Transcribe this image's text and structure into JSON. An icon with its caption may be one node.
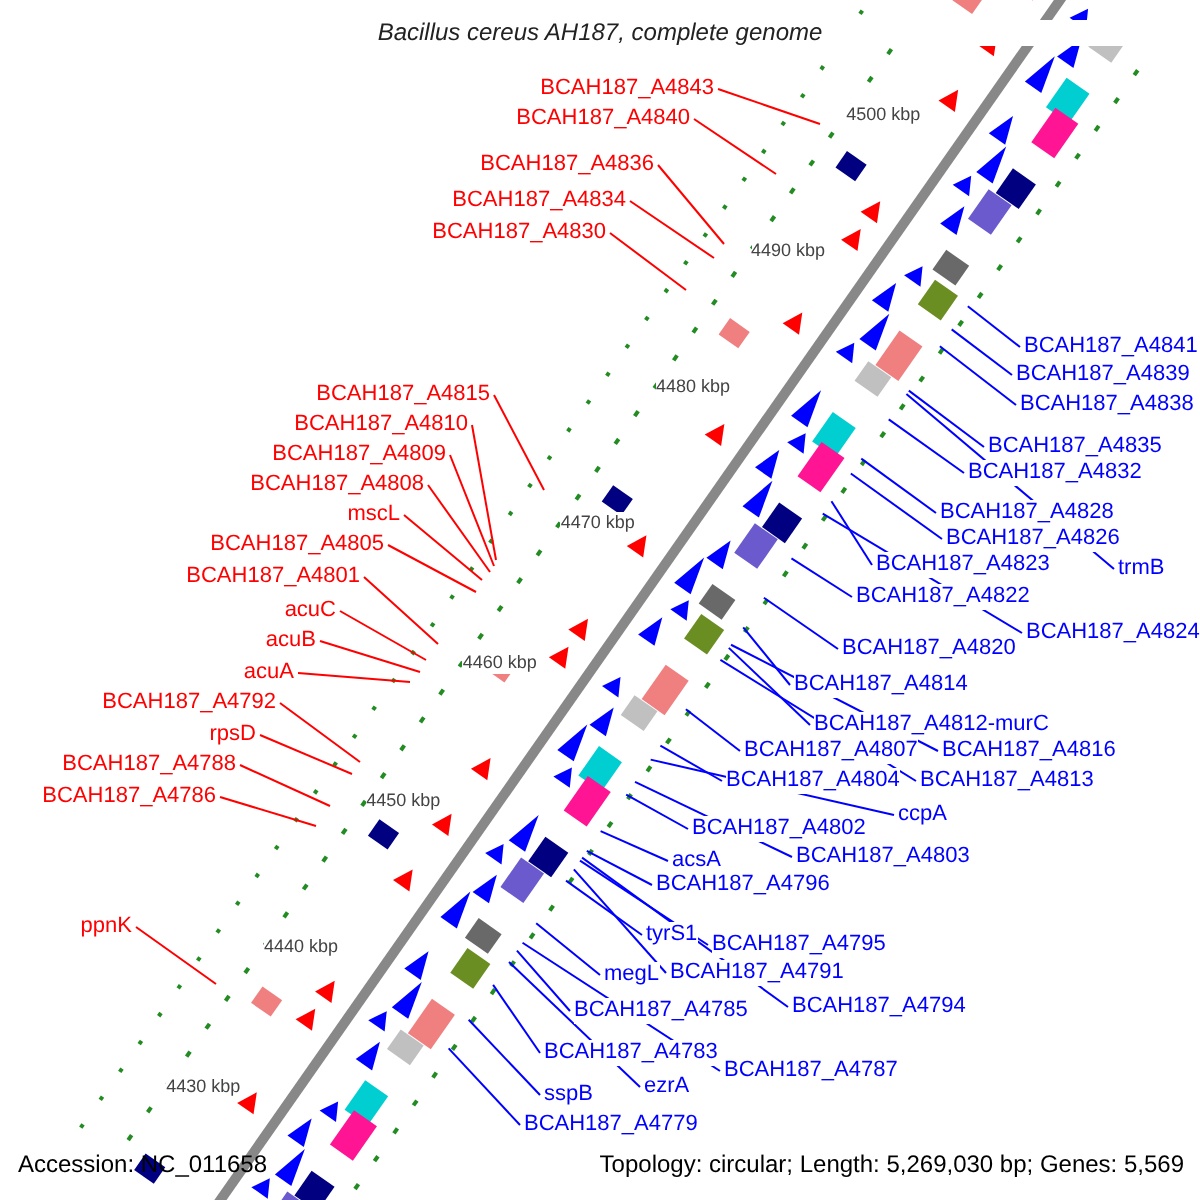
{
  "diagram": {
    "title": "Bacillus cereus AH187, complete genome",
    "nodes": [
      {
        "text": [
          "BCAH187_A4843"
        ]
      },
      {
        "text": [
          "BCAH187_A4840"
        ]
      },
      {
        "text": [
          "BCAH187_A4836"
        ]
      },
      {
        "text": [
          "BCAH187_A4834"
        ]
      },
      {
        "text": [
          "BCAH187_A4830"
        ]
      },
      {
        "text": [
          "BCAH187_A4815"
        ]
      },
      {
        "text": [
          "BCAH187_A4810"
        ]
      },
      {
        "text": [
          "BCAH187_A4809"
        ]
      },
      {
        "text": [
          "BCAH187_A4808"
        ]
      },
      {
        "text": [
          "mscL"
        ]
      },
      {
        "text": [
          "BCAH187_A4805"
        ]
      },
      {
        "text": [
          "BCAH187_A4801"
        ]
      },
      {
        "text": [
          "acuC"
        ]
      },
      {
        "text": [
          "acuB"
        ]
      },
      {
        "text": [
          "acuA"
        ]
      },
      {
        "text": [
          "BCAH187_A4792"
        ]
      },
      {
        "text": [
          "rpsD"
        ]
      },
      {
        "text": [
          "BCAH187_A4788"
        ]
      },
      {
        "text": [
          "BCAH187_A4786"
        ]
      },
      {
        "text": [
          "ppnK"
        ]
      },
      {
        "text": [
          "BCAH187_A4841"
        ]
      },
      {
        "text": [
          "BCAH187_A4839"
        ]
      },
      {
        "text": [
          "BCAH187_A4838"
        ]
      },
      {
        "text": [
          "BCAH187_A4835"
        ]
      },
      {
        "text": [
          "BCAH187_A4832"
        ]
      },
      {
        "text": [
          "BCAH187_A4828"
        ]
      },
      {
        "text": [
          "BCAH187_A4826"
        ]
      },
      {
        "text": [
          "trmB"
        ]
      },
      {
        "text": [
          "BCAH187_A4823"
        ]
      },
      {
        "text": [
          "BCAH187_A4822"
        ]
      },
      {
        "text": [
          "BCAH187_A4824"
        ]
      },
      {
        "text": [
          "BCAH187_A4820"
        ]
      },
      {
        "text": [
          "BCAH187_A4814"
        ]
      },
      {
        "text": [
          "BCAH187_A4812-murC"
        ]
      },
      {
        "text": [
          "BCAH187_A4816"
        ]
      },
      {
        "text": [
          "BCAH187_A4807"
        ]
      },
      {
        "text": [
          "BCAH187_A4804"
        ]
      },
      {
        "text": [
          "BCAH187_A4813"
        ]
      },
      {
        "text": [
          "ccpA"
        ]
      },
      {
        "text": [
          "BCAH187_A4802"
        ]
      },
      {
        "text": [
          "BCAH187_A4803"
        ]
      },
      {
        "text": [
          "acsA"
        ]
      },
      {
        "text": [
          "BCAH187_A4796"
        ]
      },
      {
        "text": [
          "tyrS1"
        ]
      },
      {
        "text": [
          "BCAH187_A4795"
        ]
      },
      {
        "text": [
          "megL"
        ]
      },
      {
        "text": [
          "BCAH187_A4791"
        ]
      },
      {
        "text": [
          "BCAH187_A4794"
        ]
      },
      {
        "text": [
          "BCAH187_A4785"
        ]
      },
      {
        "text": [
          "BCAH187_A4783"
        ]
      },
      {
        "text": [
          "BCAH187_A4787"
        ]
      },
      {
        "text": [
          "ezrA"
        ]
      },
      {
        "text": [
          "sspB"
        ]
      },
      {
        "text": [
          "BCAH187_A4779"
        ]
      }
    ],
    "edges": [
      {
        "from": 0,
        "to": null,
        "arrow": "none",
        "color": "#ff0000"
      },
      {
        "from": 1,
        "to": null,
        "arrow": "none",
        "color": "#ff0000"
      },
      {
        "from": 2,
        "to": null,
        "arrow": "none",
        "color": "#ff0000"
      },
      {
        "from": 3,
        "to": null,
        "arrow": "none",
        "color": "#ff0000"
      },
      {
        "from": 4,
        "to": null,
        "arrow": "none",
        "color": "#ff0000"
      },
      {
        "from": 5,
        "to": null,
        "arrow": "none",
        "color": "#ff0000"
      },
      {
        "from": 6,
        "to": null,
        "arrow": "none",
        "color": "#ff0000"
      },
      {
        "from": 7,
        "to": null,
        "arrow": "none",
        "color": "#ff0000"
      },
      {
        "from": 8,
        "to": null,
        "arrow": "none",
        "color": "#ff0000"
      },
      {
        "from": 9,
        "to": null,
        "arrow": "none",
        "color": "#ff0000"
      },
      {
        "from": 10,
        "to": null,
        "arrow": "none",
        "color": "#ff0000"
      },
      {
        "from": 11,
        "to": null,
        "arrow": "none",
        "color": "#ff0000"
      },
      {
        "from": 12,
        "to": null,
        "arrow": "none",
        "color": "#ff0000"
      },
      {
        "from": 13,
        "to": null,
        "arrow": "none",
        "color": "#ff0000"
      },
      {
        "from": 14,
        "to": null,
        "arrow": "none",
        "color": "#ff0000"
      },
      {
        "from": 15,
        "to": null,
        "arrow": "none",
        "color": "#ff0000"
      },
      {
        "from": 16,
        "to": null,
        "arrow": "none",
        "color": "#ff0000"
      },
      {
        "from": 17,
        "to": null,
        "arrow": "none",
        "color": "#ff0000"
      },
      {
        "from": 18,
        "to": null,
        "arrow": "none",
        "color": "#ff0000"
      },
      {
        "from": 19,
        "to": null,
        "arrow": "none",
        "color": "#ff0000"
      },
      {
        "from": 20,
        "to": null,
        "arrow": "none"
      },
      {
        "from": 21,
        "to": null,
        "arrow": "none"
      },
      {
        "from": 22,
        "to": null,
        "arrow": "none"
      },
      {
        "from": 23,
        "to": null,
        "arrow": "none"
      },
      {
        "from": 24,
        "to": null,
        "arrow": "none"
      },
      {
        "from": 25,
        "to": null,
        "arrow": "none"
      },
      {
        "from": 26,
        "to": null,
        "arrow": "none"
      },
      {
        "from": 27,
        "to": null,
        "arrow": "none"
      },
      {
        "from": 28,
        "to": null,
        "arrow": "none"
      },
      {
        "from": 29,
        "to": null,
        "arrow": "none"
      },
      {
        "from": 30,
        "to": null,
        "arrow": "none"
      },
      {
        "from": 31,
        "to": null,
        "arrow": "none"
      },
      {
        "from": 32,
        "to": null,
        "arrow": "none"
      },
      {
        "from": 33,
        "to": null,
        "arrow": "none"
      },
      {
        "from": 34,
        "to": null,
        "arrow": "none"
      },
      {
        "from": 35,
        "to": null,
        "arrow": "none"
      },
      {
        "from": 36,
        "to": null,
        "arrow": "none"
      },
      {
        "from": 37,
        "to": null,
        "arrow": "none"
      },
      {
        "from": 38,
        "to": null,
        "arrow": "none"
      },
      {
        "from": 39,
        "to": null,
        "arrow": "none"
      },
      {
        "from": 40,
        "to": null,
        "arrow": "none"
      },
      {
        "from": 41,
        "to": null,
        "arrow": "none"
      },
      {
        "from": 42,
        "to": null,
        "arrow": "none"
      },
      {
        "from": 43,
        "to": null,
        "arrow": "none"
      },
      {
        "from": 44,
        "to": null,
        "arrow": "none"
      },
      {
        "from": 45,
        "to": null,
        "arrow": "none"
      },
      {
        "from": 46,
        "to": null,
        "arrow": "none"
      },
      {
        "from": 47,
        "to": null,
        "arrow": "none"
      },
      {
        "from": 48,
        "to": null,
        "arrow": "none"
      },
      {
        "from": 49,
        "to": null,
        "arrow": "none"
      },
      {
        "from": 50,
        "to": null,
        "arrow": "none"
      },
      {
        "from": 51,
        "to": null,
        "arrow": "none"
      },
      {
        "from": 52,
        "to": null,
        "arrow": "none"
      },
      {
        "from": 53,
        "to": null,
        "arrow": "none"
      }
    ],
    "labels": [
      "4500 kbp",
      "4490 kbp",
      "4480 kbp",
      "4470 kbp",
      "4460 kbp",
      "4450 kbp",
      "4440 kbp",
      "4430 kbp",
      "Accession: NC_011658",
      "Topology: circular; Length: 5,269,030 bp; Genes: 5,569"
    ]
  }
}
